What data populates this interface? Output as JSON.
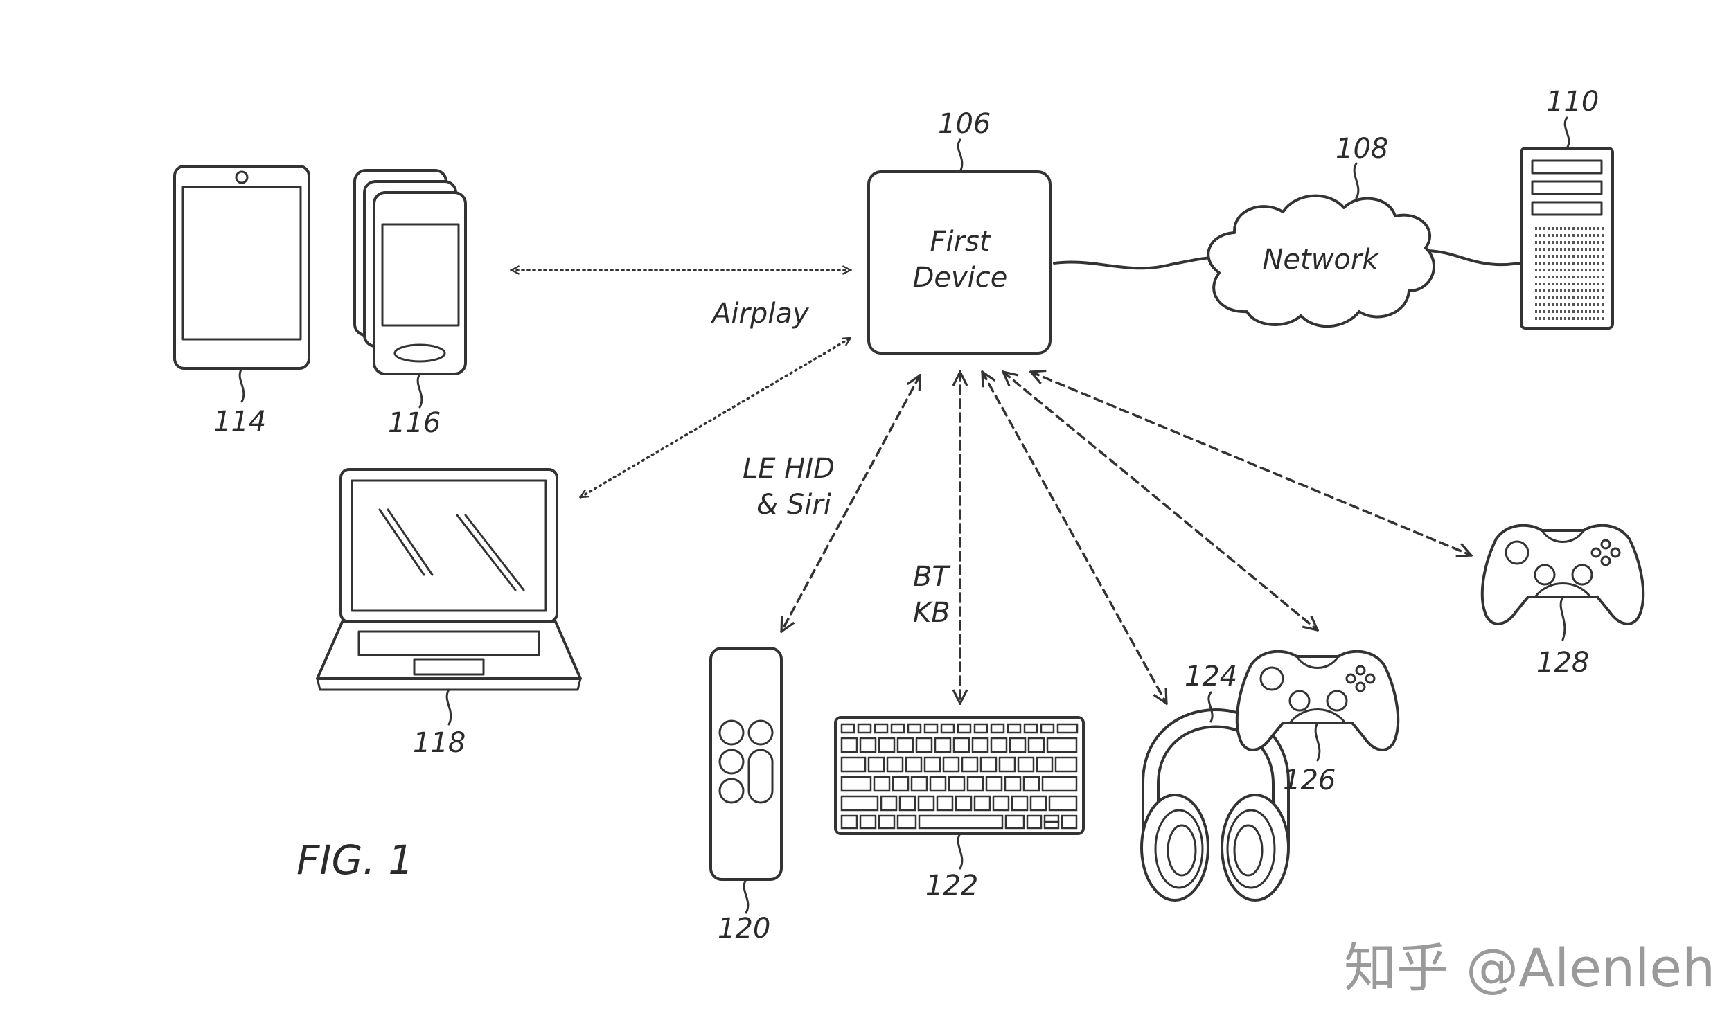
{
  "figure_label": "FIG. 1",
  "nodes": {
    "first_device": {
      "ref": "106",
      "line1": "First",
      "line2": "Device"
    },
    "network": {
      "ref": "108",
      "label": "Network"
    },
    "server": {
      "ref": "110"
    },
    "tablet": {
      "ref": "114"
    },
    "phones": {
      "ref": "116"
    },
    "laptop": {
      "ref": "118"
    },
    "remote": {
      "ref": "120"
    },
    "keyboard": {
      "ref": "122"
    },
    "headphones": {
      "ref": "124"
    },
    "controller_a": {
      "ref": "126"
    },
    "controller_b": {
      "ref": "128"
    }
  },
  "connections": {
    "airplay": "Airplay",
    "le_hid_line1": "LE HID",
    "le_hid_line2": "& Siri",
    "bt_kb_line1": "BT",
    "bt_kb_line2": "KB"
  },
  "watermark": "知乎 @Alenleh",
  "icons": [
    "tablet-icon",
    "phone-stack-icon",
    "laptop-icon",
    "remote-icon",
    "keyboard-icon",
    "headphones-icon",
    "game-controller-icon",
    "cloud-icon",
    "server-tower-icon"
  ]
}
